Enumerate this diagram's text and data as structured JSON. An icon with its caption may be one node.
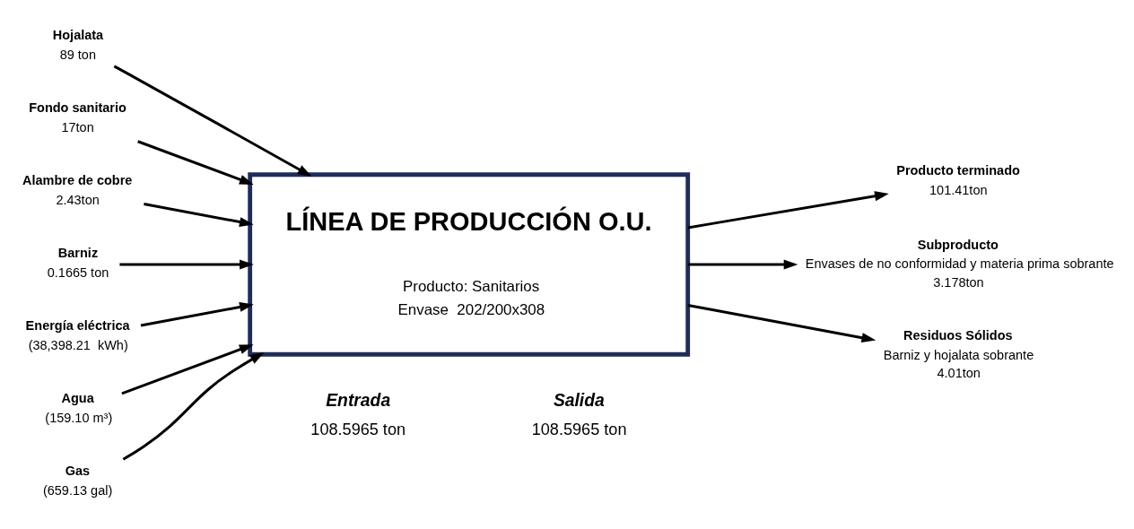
{
  "diagram": {
    "nodes": [
      {
        "text": [
          "Hojalata",
          "89 ton"
        ]
      },
      {
        "text": [
          "Fondo sanitario",
          "17ton"
        ]
      },
      {
        "text": [
          "Alambre de cobre",
          "2.43ton"
        ]
      },
      {
        "text": [
          "Barniz",
          "0.1665 ton"
        ]
      },
      {
        "text": [
          "Energía eléctrica",
          "(38,398.21  kWh)"
        ]
      },
      {
        "text": [
          "Agua",
          "(159.10 m³)"
        ]
      },
      {
        "text": [
          "Gas",
          "(659.13 gal)"
        ]
      },
      {
        "text": [
          "LÍNEA DE PRODUCCIÓN O.U.",
          "Producto: Sanitarios",
          "Envase  202/200x308"
        ]
      },
      {
        "text": [
          "Producto terminado",
          "101.41ton"
        ]
      },
      {
        "text": [
          "Subproducto",
          "Envases de no conformidad y materia prima sobrante",
          "3.178ton"
        ]
      },
      {
        "text": [
          "Residuos Sólidos",
          "Barniz y hojalata sobrante",
          "4.01ton"
        ]
      }
    ],
    "edges": [
      {
        "from": 0,
        "to": 7,
        "arrow": "to"
      },
      {
        "from": 1,
        "to": 7,
        "arrow": "to"
      },
      {
        "from": 2,
        "to": 7,
        "arrow": "to"
      },
      {
        "from": 3,
        "to": 7,
        "arrow": "to"
      },
      {
        "from": 4,
        "to": 7,
        "arrow": "to"
      },
      {
        "from": 5,
        "to": 7,
        "arrow": "to"
      },
      {
        "from": 6,
        "to": 7,
        "arrow": "to"
      },
      {
        "from": 7,
        "to": 8,
        "arrow": "to"
      },
      {
        "from": 7,
        "to": 9,
        "arrow": "to"
      },
      {
        "from": 7,
        "to": 10,
        "arrow": "to"
      }
    ],
    "labels": [
      "Entrada",
      "Salida",
      "108.5965 ton",
      "108.5965 ton"
    ]
  }
}
